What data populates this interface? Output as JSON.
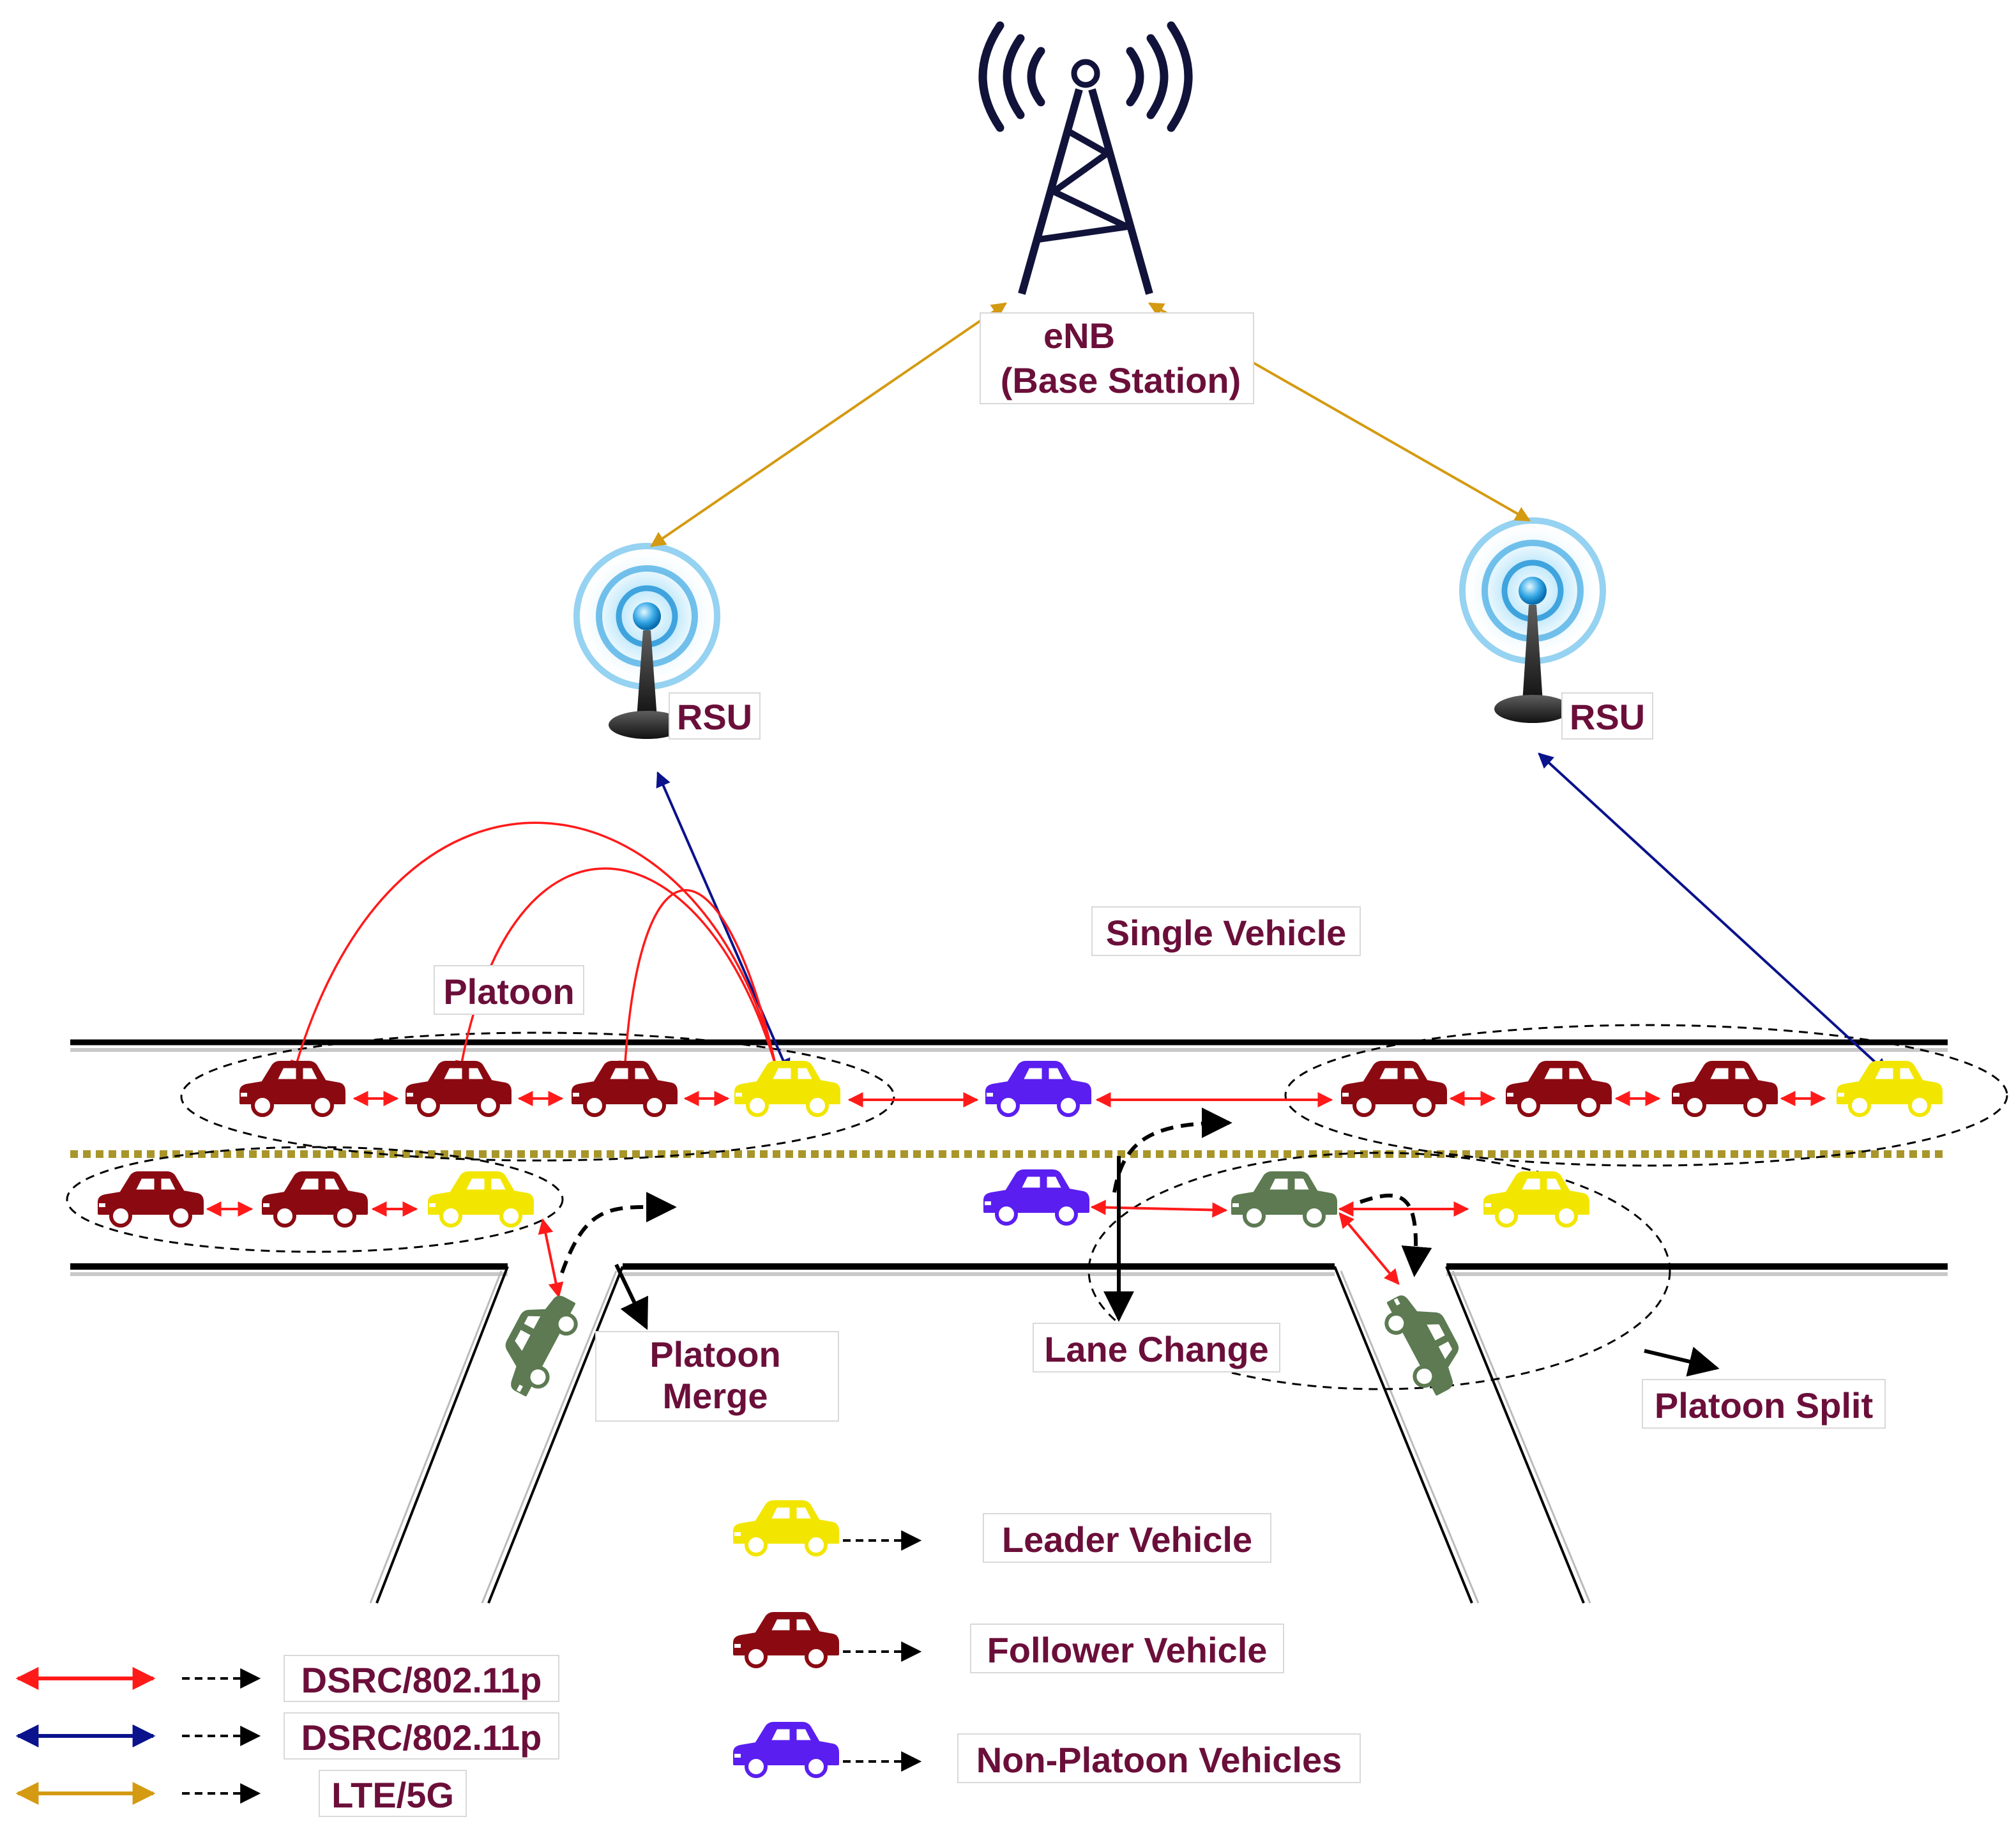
{
  "labels": {
    "enb_line1": "eNB",
    "enb_line2": "(Base Station)",
    "rsu_left": "RSU",
    "rsu_right": "RSU",
    "single_vehicle": "Single Vehicle",
    "platoon": "Platoon",
    "platoon_merge_line1": "Platoon",
    "platoon_merge_line2": "Merge",
    "lane_change": "Lane Change",
    "platoon_split": "Platoon Split"
  },
  "legend": {
    "vehicles": [
      {
        "label": "Leader Vehicle",
        "color": "#f2e600"
      },
      {
        "label": "Follower Vehicle",
        "color": "#8b0a12"
      },
      {
        "label": "Non-Platoon Vehicles",
        "color": "#5a1ef0"
      }
    ],
    "links": [
      {
        "label": "DSRC/802.11p",
        "color": "#ff1a1a"
      },
      {
        "label": "DSRC/802.11p",
        "color": "#0a128c"
      },
      {
        "label": "LTE/5G",
        "color": "#d49a12"
      }
    ]
  },
  "colors": {
    "leader": "#f2e600",
    "follower": "#8b0a12",
    "non_platoon": "#5a1ef0",
    "merging": "#5d7a52",
    "dsrc_v2v": "#ff1a1a",
    "dsrc_v2i": "#0a128c",
    "lte": "#d49a12",
    "label_text": "#6b0f3a",
    "lane_divider": "#a8962a"
  }
}
